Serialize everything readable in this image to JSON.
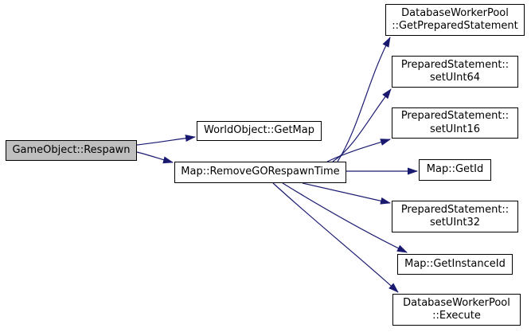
{
  "diagram": {
    "type": "call-graph",
    "colors": {
      "background": "#ffffff",
      "edge": "#191970",
      "node_border": "#000000",
      "node_fill": "#ffffff",
      "focus_fill": "#bfbfbf",
      "text": "#000000"
    },
    "nodes": {
      "respawn": {
        "label": "GameObject::Respawn",
        "focused": true
      },
      "getmap": {
        "label": "WorldObject::GetMap"
      },
      "removego": {
        "label": "Map::RemoveGORespawnTime"
      },
      "getprep": {
        "label": "DatabaseWorkerPool\n::GetPreparedStatement"
      },
      "setuint64": {
        "label": "PreparedStatement::\nsetUInt64"
      },
      "setuint16": {
        "label": "PreparedStatement::\nsetUInt16"
      },
      "getid": {
        "label": "Map::GetId"
      },
      "setuint32": {
        "label": "PreparedStatement::\nsetUInt32"
      },
      "getinstanceid": {
        "label": "Map::GetInstanceId"
      },
      "execute": {
        "label": "DatabaseWorkerPool\n::Execute"
      }
    },
    "edges": [
      {
        "from": "GameObject::Respawn",
        "to": "WorldObject::GetMap"
      },
      {
        "from": "GameObject::Respawn",
        "to": "Map::RemoveGORespawnTime"
      },
      {
        "from": "Map::RemoveGORespawnTime",
        "to": "DatabaseWorkerPool::GetPreparedStatement"
      },
      {
        "from": "Map::RemoveGORespawnTime",
        "to": "PreparedStatement::setUInt64"
      },
      {
        "from": "Map::RemoveGORespawnTime",
        "to": "PreparedStatement::setUInt16"
      },
      {
        "from": "Map::RemoveGORespawnTime",
        "to": "Map::GetId"
      },
      {
        "from": "Map::RemoveGORespawnTime",
        "to": "PreparedStatement::setUInt32"
      },
      {
        "from": "Map::RemoveGORespawnTime",
        "to": "Map::GetInstanceId"
      },
      {
        "from": "Map::RemoveGORespawnTime",
        "to": "DatabaseWorkerPool::Execute"
      }
    ]
  }
}
